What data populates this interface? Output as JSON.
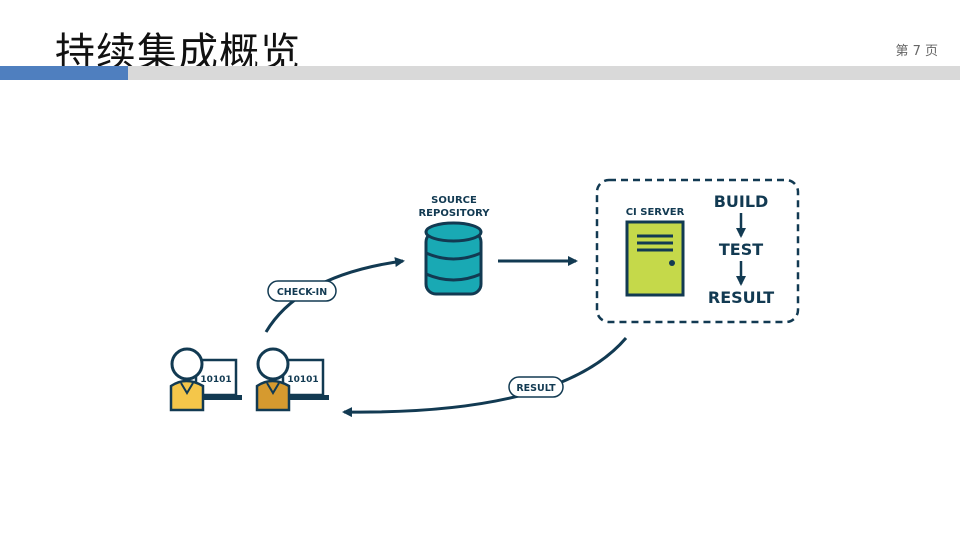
{
  "slide": {
    "title": "持续集成概览",
    "page_number": "第 7 页"
  },
  "diagram": {
    "source_repository_line1": "SOURCE",
    "source_repository_line2": "REPOSITORY",
    "ci_server": "CI SERVER",
    "build": "BUILD",
    "test": "TEST",
    "result_step": "RESULT",
    "check_in": "CHECK-IN",
    "result_feedback": "RESULT",
    "laptop_screen_1": "10101",
    "laptop_screen_2": "10101"
  },
  "colors": {
    "accent_bar": "#4f7fbf",
    "navy": "#123a52",
    "teal": "#19a9b4",
    "server_green": "#c5d94a",
    "person_yellow": "#f4c64a",
    "person_orange": "#d69a2f"
  }
}
